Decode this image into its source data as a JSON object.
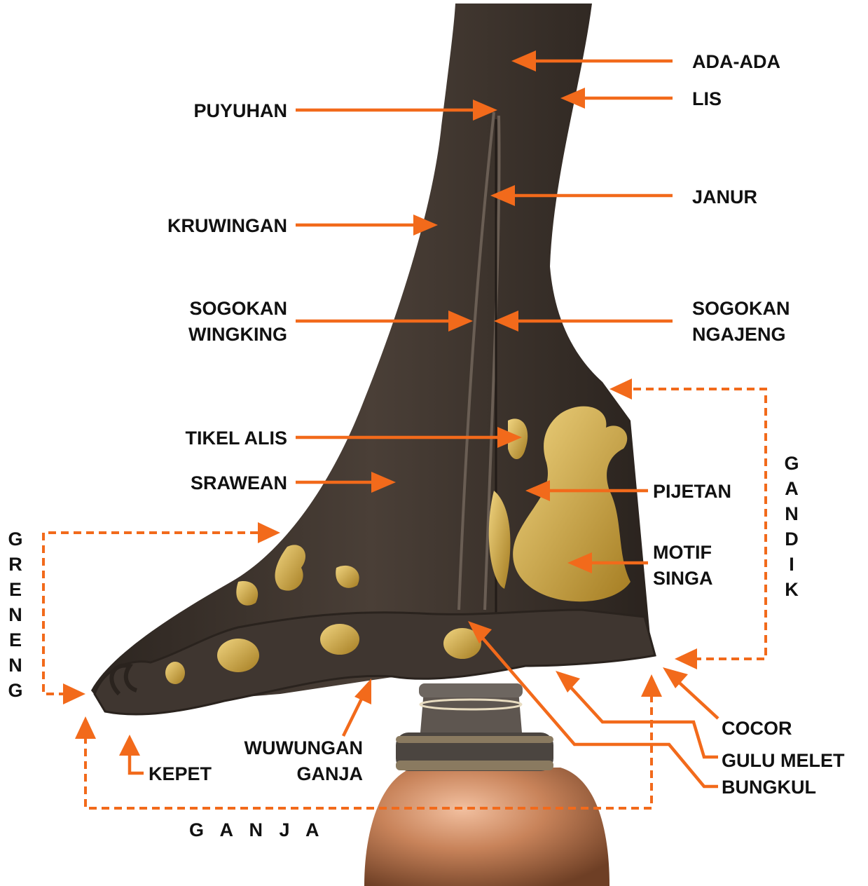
{
  "labels": {
    "ada_ada": "ADA-ADA",
    "lis": "LIS",
    "puyuhan": "PUYUHAN",
    "janur": "JANUR",
    "kruwingan": "KRUWINGAN",
    "sogokan_wingking_1": "SOGOKAN",
    "sogokan_wingking_2": "WINGKING",
    "sogokan_ngajeng_1": "SOGOKAN",
    "sogokan_ngajeng_2": "NGAJENG",
    "tikel_alis": "TIKEL ALIS",
    "srawean": "SRAWEAN",
    "pijetan": "PIJETAN",
    "motif_singa_1": "MOTIF",
    "motif_singa_2": "SINGA",
    "wuwungan_ganja_1": "WUWUNGAN",
    "wuwungan_ganja_2": "GANJA",
    "kepet": "KEPET",
    "cocor": "COCOR",
    "gulu_melet": "GULU MELET",
    "bungkul": "BUNGKUL",
    "ganja": "G A N J A",
    "greneng": [
      "G",
      "R",
      "E",
      "N",
      "E",
      "N",
      "G"
    ],
    "gandik": [
      "G",
      "A",
      "N",
      "D",
      "I",
      "K"
    ]
  },
  "colors": {
    "arrow": "#f26a1b",
    "blade": "#3a312b",
    "gold": "#c9a23a",
    "copper": "#c8835a"
  }
}
